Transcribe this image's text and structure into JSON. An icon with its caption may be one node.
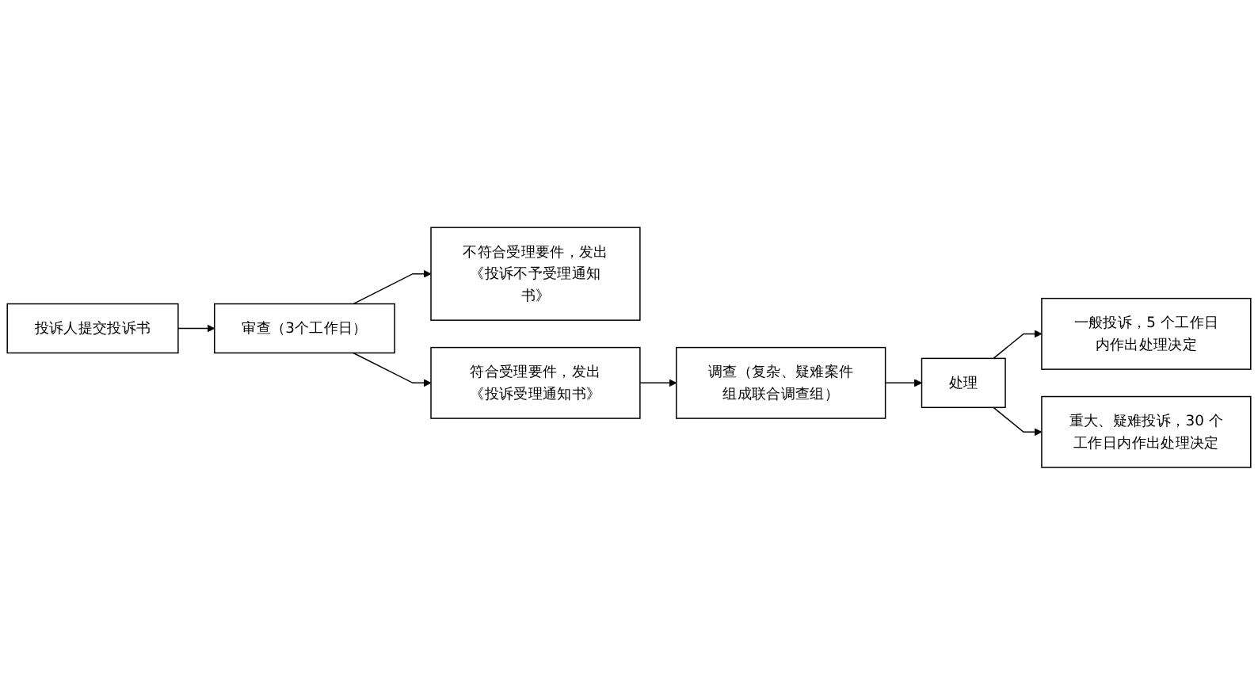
{
  "diagram": {
    "nodes": [
      {
        "text": [
          "投诉人提交投诉书"
        ]
      },
      {
        "text": [
          "审查（3个工作日）"
        ]
      },
      {
        "text": [
          "不符合受理要件，发出《投诉不予受理通知书》"
        ]
      },
      {
        "text": [
          "符合受理要件，发出《投诉受理通知书》"
        ]
      },
      {
        "text": [
          "调查（复杂、疑难案件组成联合调查组）"
        ]
      },
      {
        "text": [
          "处理"
        ]
      },
      {
        "text": [
          "一般投诉，5 个工作日内作出处理决定"
        ]
      },
      {
        "text": [
          "重大、疑难投诉，30 个工作日内作出处理决定"
        ]
      }
    ],
    "edges": [
      {
        "from": 0,
        "to": 1,
        "arrow": "to"
      },
      {
        "from": 1,
        "to": 2,
        "arrow": "to"
      },
      {
        "from": 1,
        "to": 3,
        "arrow": "to"
      },
      {
        "from": 3,
        "to": 4,
        "arrow": "to"
      },
      {
        "from": 4,
        "to": 5,
        "arrow": "to"
      },
      {
        "from": 5,
        "to": 6,
        "arrow": "to"
      },
      {
        "from": 5,
        "to": 7,
        "arrow": "to"
      }
    ]
  }
}
